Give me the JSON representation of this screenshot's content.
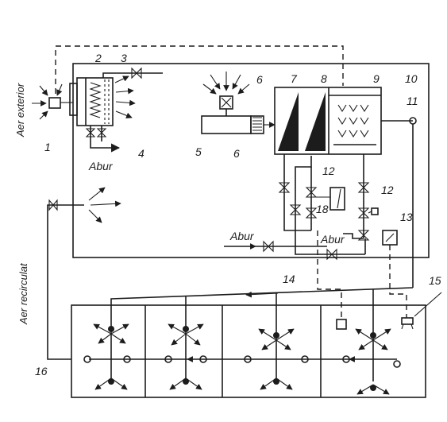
{
  "labels": {
    "n1": "1",
    "n2": "2",
    "n3": "3",
    "n4": "4",
    "n5": "5",
    "n6": "6",
    "n7": "7",
    "n8": "8",
    "n9": "9",
    "n10": "10",
    "n11": "11",
    "n12": "12",
    "n13": "13",
    "n14": "14",
    "n15": "15",
    "n16": "16",
    "n18": "18"
  },
  "text": {
    "abur": "Abur",
    "aer_exterior": "Aer exterior",
    "aer_recirculat": "Aer recirculat"
  }
}
